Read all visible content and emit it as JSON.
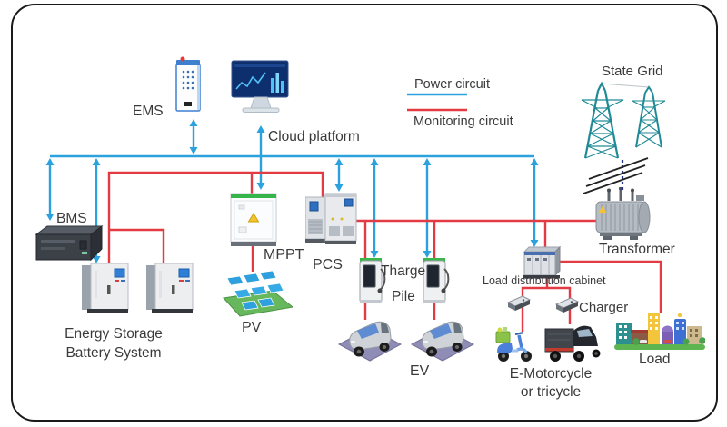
{
  "diagram": {
    "title_hint": "Energy storage micro-grid system diagram",
    "legend": {
      "items": [
        {
          "label": "Power circuit",
          "color": "#2BA2DE",
          "icon": "blue-line-swatch"
        },
        {
          "label": "Monitoring circuit",
          "color": "#E23B43",
          "icon": "red-line-swatch"
        }
      ]
    },
    "colors": {
      "power_line": "#2BA2DE",
      "monitoring_line": "#E23B43",
      "grid_tower": "#1F8A96",
      "border": "#1A1A1A"
    },
    "nodes": {
      "ems": {
        "label": "EMS",
        "icon": "control-cabinet-icon"
      },
      "cloud": {
        "label": "Cloud platform",
        "icon": "monitor-dashboard-icon"
      },
      "state_grid": {
        "label": "State Grid",
        "icon": "transmission-towers-icon"
      },
      "transformer": {
        "label": "Transformer",
        "icon": "transformer-icon"
      },
      "bms": {
        "label": "BMS",
        "icon": "bms-rack-icon"
      },
      "battery": {
        "label_line1": "Energy Storage",
        "label_line2": "Battery System",
        "icon": "battery-cabinet-icon"
      },
      "mppt": {
        "label": "MPPT",
        "icon": "mppt-cabinet-icon"
      },
      "pv": {
        "label": "PV",
        "icon": "solar-panel-icon"
      },
      "pcs": {
        "label": "PCS",
        "icon": "pcs-cabinet-icon"
      },
      "charge_pile": {
        "label_line1": "Tharge",
        "label_line2": "Pile",
        "icon": "charge-pile-icon"
      },
      "ev": {
        "label": "EV",
        "icon": "ev-car-icon"
      },
      "load_cabinet": {
        "label": "Load distribution cabinet",
        "icon": "distribution-cabinet-icon"
      },
      "charger": {
        "label": "Charger",
        "icon": "charger-box-icon"
      },
      "e_motorcycle": {
        "label_line1": "E-Motorcycle",
        "label_line2": "or tricycle",
        "icon": "scooter-and-tricycle-icon"
      },
      "load": {
        "label": "Load",
        "icon": "city-load-icon"
      }
    }
  }
}
